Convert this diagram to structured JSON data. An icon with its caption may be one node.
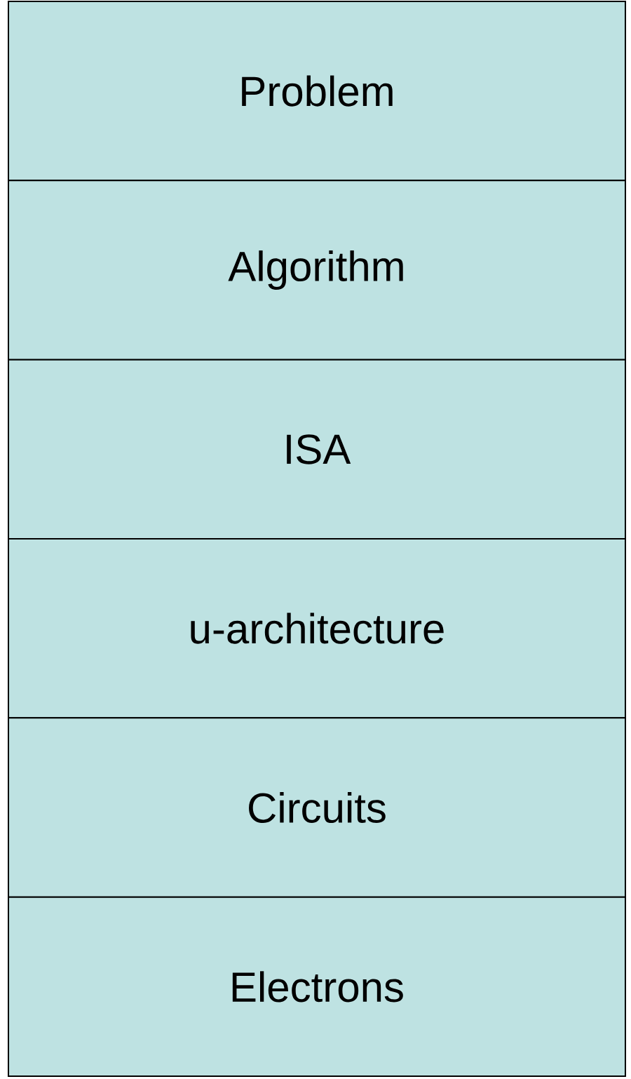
{
  "diagram": {
    "nodes": [
      {
        "text": [
          "Problem"
        ]
      },
      {
        "text": [
          "Algorithm"
        ]
      },
      {
        "text": [
          "ISA"
        ]
      },
      {
        "text": [
          "u-architecture"
        ]
      },
      {
        "text": [
          "Circuits"
        ]
      },
      {
        "text": [
          "Electrons"
        ]
      }
    ]
  }
}
